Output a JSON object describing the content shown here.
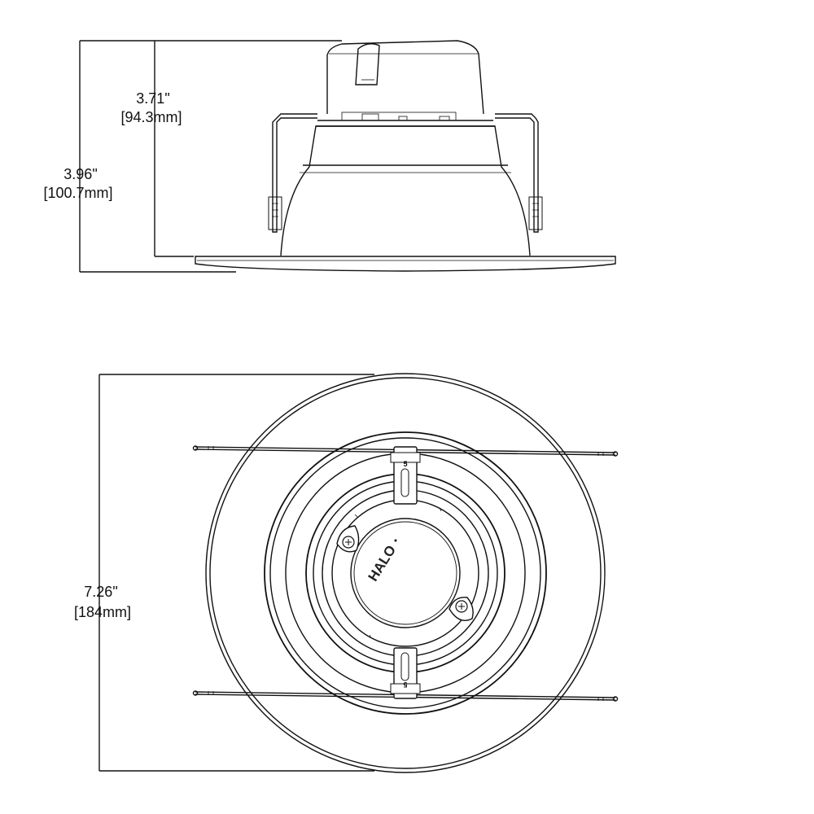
{
  "side_view": {
    "overall_height": {
      "inches": "3.96\"",
      "mm": "[100.7mm]"
    },
    "body_height": {
      "inches": "3.71\"",
      "mm": "[94.3mm]"
    }
  },
  "top_view": {
    "diameter": {
      "inches": "7.26\"",
      "mm": "[184mm]"
    },
    "logo": "HALO",
    "clip_label_top": "5",
    "clip_label_bottom": "5"
  },
  "colors": {
    "line": "#111111",
    "background": "#ffffff"
  }
}
